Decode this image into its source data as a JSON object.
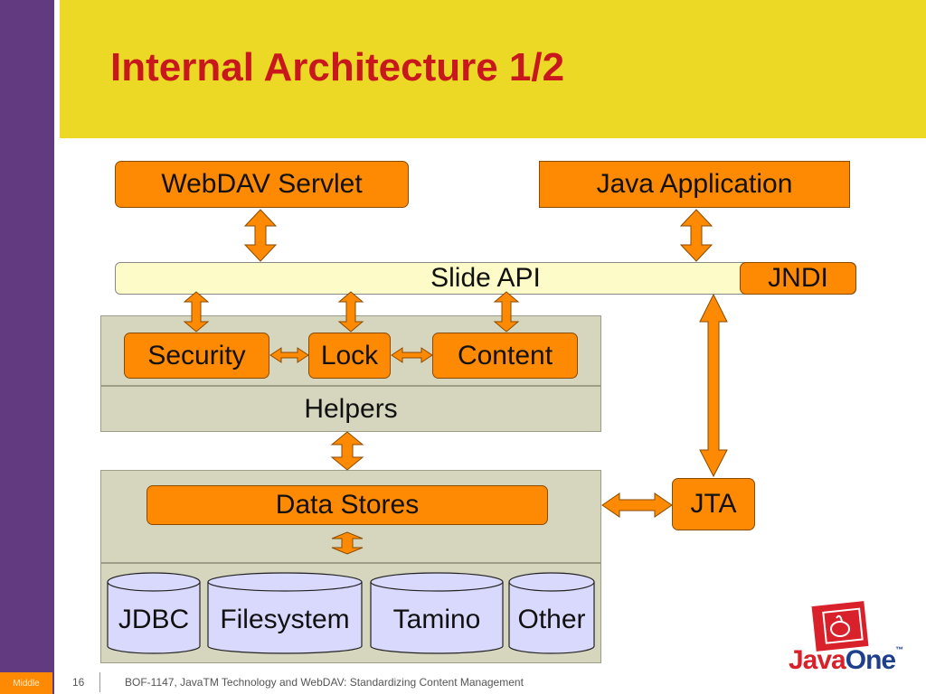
{
  "slide": {
    "title": "Internal Architecture 1/2",
    "page_number": "16",
    "footer_tag": "Middle",
    "footer_text": "BOF-1147, JavaTM Technology and WebDAV: Standardizing Content Management"
  },
  "diagram": {
    "webdav_servlet": "WebDAV Servlet",
    "java_application": "Java Application",
    "slide_api": "Slide API",
    "jndi": "JNDI",
    "security": "Security",
    "lock": "Lock",
    "content": "Content",
    "helpers": "Helpers",
    "data_stores": "Data Stores",
    "jta": "JTA",
    "stores": [
      "JDBC",
      "Filesystem",
      "Tamino",
      "Other"
    ]
  },
  "logo": {
    "java": "Java",
    "one": "One",
    "tm": "™"
  },
  "colors": {
    "sidebar": "#623a7f",
    "header": "#ebd925",
    "title": "#c8171d",
    "box_orange": "#fd8a02",
    "api_bar": "#fdfcc8",
    "panel": "#d6d6bf",
    "cylinder": "#d9d8fd"
  }
}
